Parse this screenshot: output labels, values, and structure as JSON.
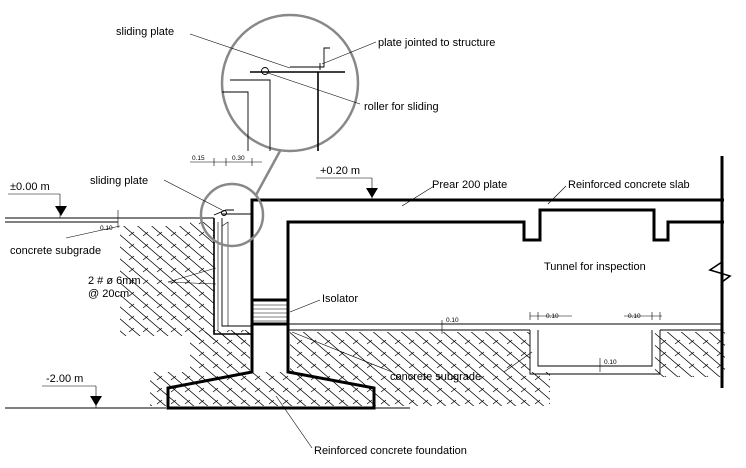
{
  "labels": {
    "sliding_plate_top": "sliding plate",
    "plate_jointed": "plate jointed to structure",
    "roller": "roller for sliding",
    "sliding_plate": "sliding plate",
    "level_zero": "±0.00 m",
    "level_plus": "+0.20 m",
    "level_minus": "-2.00 m",
    "prear_plate": "Prear 200 plate",
    "rc_slab": "Reinforced concrete slab",
    "subgrade_left": "concrete subgrade",
    "tunnel": "Tunnel for inspection",
    "rebar_line1": "2 # ø 6mm",
    "rebar_line2": "@ 20cm",
    "isolator": "Isolator",
    "subgrade_bottom": "concrete subgrade",
    "foundation": "Reinforced concrete foundation"
  },
  "dimensions": {
    "d015": "0.15",
    "d030": "0.30",
    "d010_left": "0.10",
    "d010_floor": "0.10",
    "d010_pit_left": "0.10",
    "d010_pit_right": "0.10",
    "d010_pit_bottom": "0.10"
  }
}
